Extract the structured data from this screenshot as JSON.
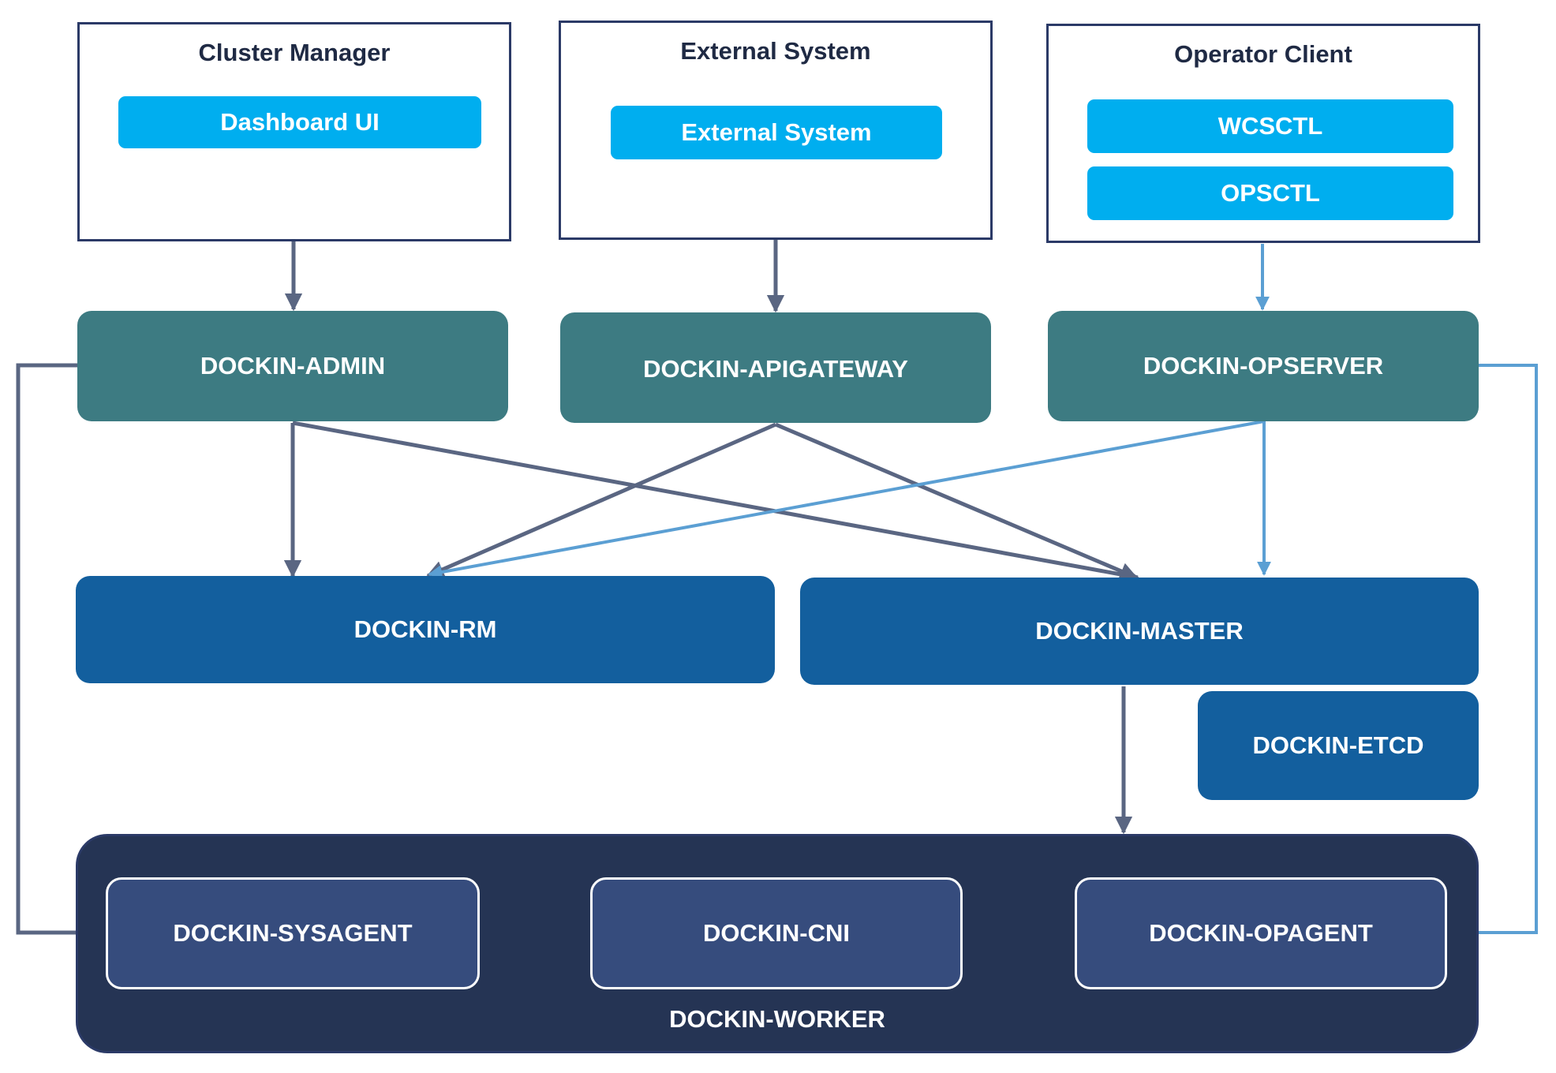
{
  "groups": {
    "cluster_manager": {
      "title": "Cluster Manager",
      "items": [
        "Dashboard UI"
      ]
    },
    "external_system": {
      "title": "External System",
      "items": [
        "External System"
      ]
    },
    "operator_client": {
      "title": "Operator Client",
      "items": [
        "WCSCTL",
        "OPSCTL"
      ]
    }
  },
  "services": {
    "admin": "DOCKIN-ADMIN",
    "apigateway": "DOCKIN-APIGATEWAY",
    "opserver": "DOCKIN-OPSERVER",
    "rm": "DOCKIN-RM",
    "master": "DOCKIN-MASTER",
    "etcd": "DOCKIN-ETCD"
  },
  "worker": {
    "title": "DOCKIN-WORKER",
    "agents": [
      "DOCKIN-SYSAGENT",
      "DOCKIN-CNI",
      "DOCKIN-OPAGENT"
    ]
  },
  "colors": {
    "group_border": "#2b3a67",
    "client_box": "#00aeef",
    "service_teal": "#3d7b82",
    "service_blue": "#135f9e",
    "worker_bg": "#253454",
    "agent_bg": "#364c7d",
    "arrow_dark": "#5a6682",
    "arrow_light": "#5b9fd3"
  }
}
